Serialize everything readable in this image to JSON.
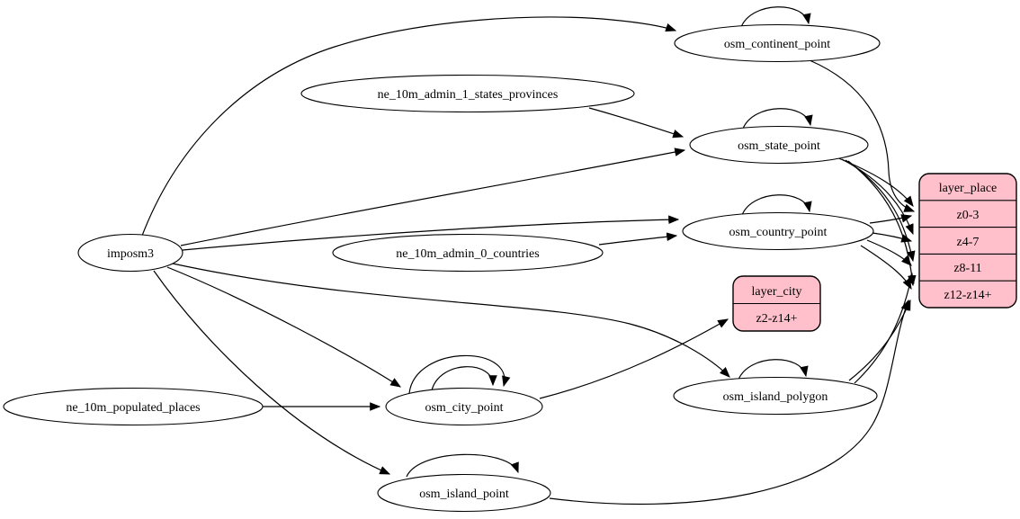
{
  "diagram": {
    "colors": {
      "background": "#ffffff",
      "node_fill": "#ffffff",
      "node_stroke": "#000000",
      "layer_fill": "#ffc0cb",
      "edge": "#000000"
    },
    "nodes": {
      "imposm3": {
        "label": "imposm3"
      },
      "ne_10m_admin_1_states_provinces": {
        "label": "ne_10m_admin_1_states_provinces"
      },
      "ne_10m_admin_0_countries": {
        "label": "ne_10m_admin_0_countries"
      },
      "ne_10m_populated_places": {
        "label": "ne_10m_populated_places"
      },
      "osm_continent_point": {
        "label": "osm_continent_point"
      },
      "osm_state_point": {
        "label": "osm_state_point"
      },
      "osm_country_point": {
        "label": "osm_country_point"
      },
      "osm_island_polygon": {
        "label": "osm_island_polygon"
      },
      "osm_city_point": {
        "label": "osm_city_point"
      },
      "osm_island_point": {
        "label": "osm_island_point"
      }
    },
    "records": {
      "layer_city": {
        "title": "layer_city",
        "rows": [
          "z2-z14+"
        ]
      },
      "layer_place": {
        "title": "layer_place",
        "rows": [
          "z0-3",
          "z4-7",
          "z8-11",
          "z12-z14+"
        ]
      }
    },
    "edges": [
      {
        "from": "imposm3",
        "to": "osm_continent_point"
      },
      {
        "from": "imposm3",
        "to": "osm_state_point"
      },
      {
        "from": "imposm3",
        "to": "osm_country_point"
      },
      {
        "from": "imposm3",
        "to": "osm_island_polygon"
      },
      {
        "from": "imposm3",
        "to": "osm_city_point"
      },
      {
        "from": "imposm3",
        "to": "osm_island_point"
      },
      {
        "from": "ne_10m_admin_1_states_provinces",
        "to": "osm_state_point"
      },
      {
        "from": "ne_10m_admin_0_countries",
        "to": "osm_country_point"
      },
      {
        "from": "ne_10m_populated_places",
        "to": "osm_city_point"
      },
      {
        "from": "osm_continent_point",
        "to": "osm_continent_point"
      },
      {
        "from": "osm_state_point",
        "to": "osm_state_point"
      },
      {
        "from": "osm_country_point",
        "to": "osm_country_point"
      },
      {
        "from": "osm_island_polygon",
        "to": "osm_island_polygon"
      },
      {
        "from": "osm_island_point",
        "to": "osm_island_point"
      },
      {
        "from": "osm_city_point",
        "to": "osm_city_point"
      },
      {
        "from": "osm_city_point",
        "to": "osm_city_point"
      },
      {
        "from": "osm_city_point",
        "to": "layer_city:z2-z14+"
      },
      {
        "from": "osm_continent_point",
        "to": "layer_place:z0-3"
      },
      {
        "from": "osm_state_point",
        "to": "layer_place:z0-3"
      },
      {
        "from": "osm_state_point",
        "to": "layer_place:z4-7"
      },
      {
        "from": "osm_state_point",
        "to": "layer_place:z8-11"
      },
      {
        "from": "osm_state_point",
        "to": "layer_place:z12-z14+"
      },
      {
        "from": "osm_country_point",
        "to": "layer_place:z0-3"
      },
      {
        "from": "osm_country_point",
        "to": "layer_place:z4-7"
      },
      {
        "from": "osm_country_point",
        "to": "layer_place:z8-11"
      },
      {
        "from": "osm_country_point",
        "to": "layer_place:z12-z14+"
      },
      {
        "from": "osm_island_polygon",
        "to": "layer_place:z8-11"
      },
      {
        "from": "osm_island_polygon",
        "to": "layer_place:z12-z14+"
      },
      {
        "from": "osm_island_point",
        "to": "layer_place:z12-z14+"
      }
    ]
  }
}
